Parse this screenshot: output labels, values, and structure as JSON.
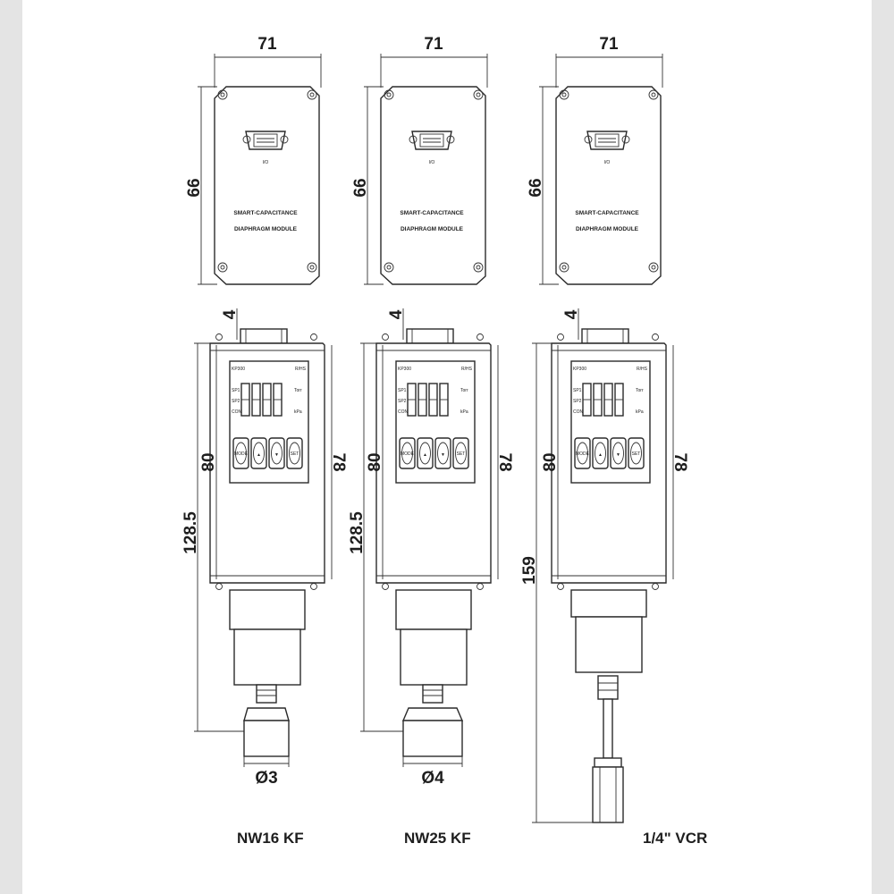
{
  "top_views": [
    {
      "width": "71",
      "height": "66",
      "connector_label": "I/O",
      "module_line1": "SMART-CAPACITANCE",
      "module_line2": "DIAPHRAGM MODULE"
    },
    {
      "width": "71",
      "height": "66",
      "connector_label": "I/O",
      "module_line1": "SMART-CAPACITANCE",
      "module_line2": "DIAPHRAGM MODULE"
    },
    {
      "width": "71",
      "height": "66",
      "connector_label": "I/O",
      "module_line1": "SMART-CAPACITANCE",
      "module_line2": "DIAPHRAGM MODULE"
    }
  ],
  "front_views": [
    {
      "offset": "4",
      "body_height": "80",
      "side_height": "78",
      "overall_height": "128.5",
      "diameter": "Ø3",
      "caption": "NW16 KF",
      "display": {
        "model": "KP300",
        "right_tag": "R/HS",
        "sp1": "SP1",
        "sp2": "SP2",
        "con": "CON",
        "unit1": "Torr",
        "unit2": "kPa"
      },
      "buttons": [
        "MODE",
        "▲",
        "▼",
        "SET"
      ]
    },
    {
      "offset": "4",
      "body_height": "80",
      "side_height": "78",
      "overall_height": "128.5",
      "diameter": "Ø4",
      "caption": "NW25 KF",
      "display": {
        "model": "KP300",
        "right_tag": "R/HS",
        "sp1": "SP1",
        "sp2": "SP2",
        "con": "CON",
        "unit1": "Torr",
        "unit2": "kPa"
      },
      "buttons": [
        "MODE",
        "▲",
        "▼",
        "SET"
      ]
    },
    {
      "offset": "4",
      "body_height": "80",
      "side_height": "78",
      "overall_height": "159",
      "diameter": "",
      "caption": "1/4\" VCR",
      "display": {
        "model": "KP300",
        "right_tag": "R/HS",
        "sp1": "SP1",
        "sp2": "SP2",
        "con": "CON",
        "unit1": "Torr",
        "unit2": "kPa"
      },
      "buttons": [
        "MODE",
        "▲",
        "▼",
        "SET"
      ]
    }
  ]
}
